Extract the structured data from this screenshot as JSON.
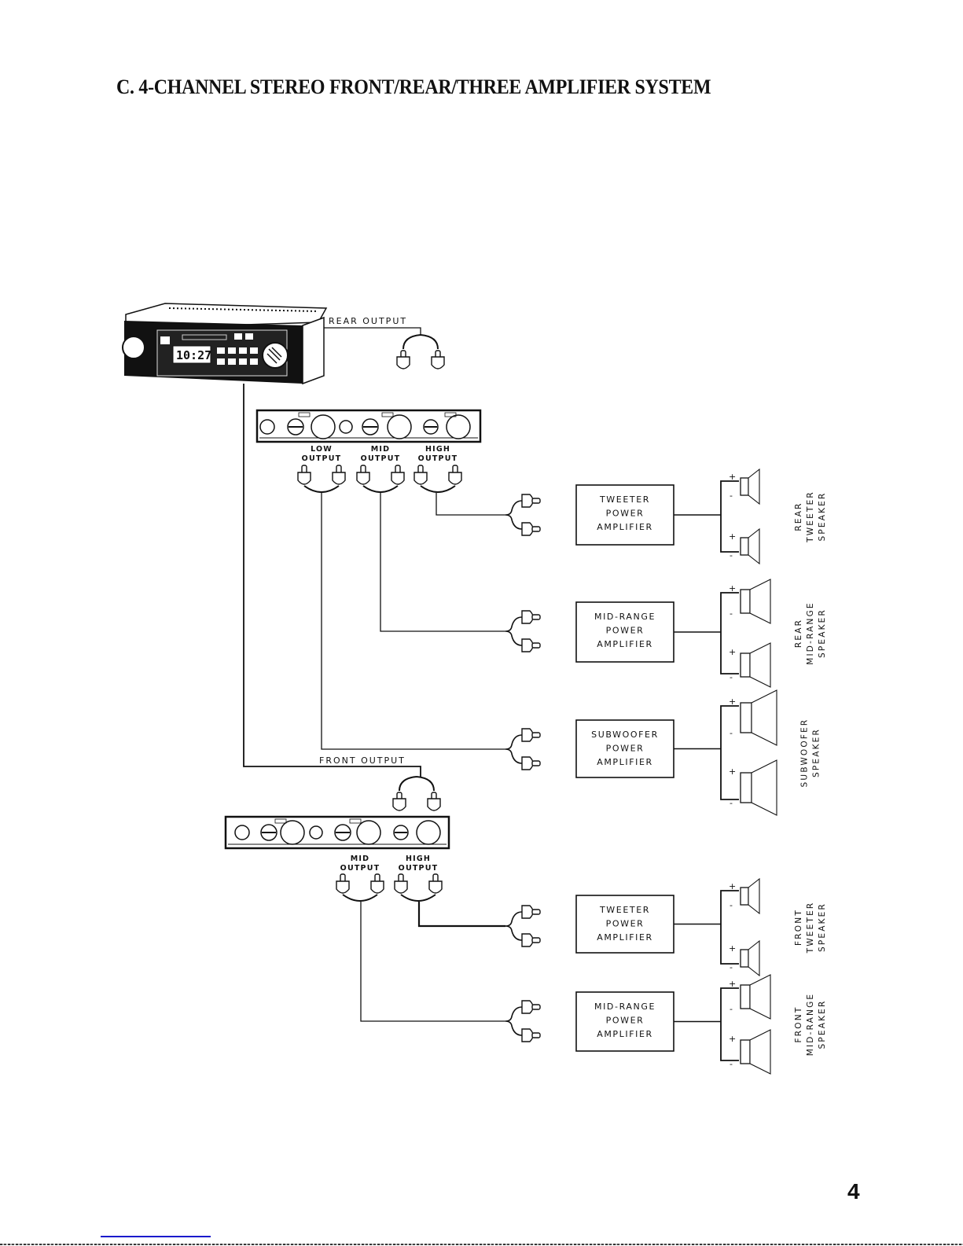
{
  "page": {
    "title": "C.   4-CHANNEL STEREO FRONT/REAR/THREE AMPLIFIER SYSTEM",
    "page_number": "4"
  },
  "head_unit": {
    "clock_display": "10:27",
    "rear_output_label": "REAR  OUTPUT",
    "front_output_label": "FRONT  OUTPUT"
  },
  "crossover_rear": {
    "outputs": [
      {
        "line1": "LOW",
        "line2": "OUTPUT"
      },
      {
        "line1": "MID",
        "line2": "OUTPUT"
      },
      {
        "line1": "HIGH",
        "line2": "OUTPUT"
      }
    ]
  },
  "crossover_front": {
    "outputs": [
      {
        "line1": "MID",
        "line2": "OUTPUT"
      },
      {
        "line1": "HIGH",
        "line2": "OUTPUT"
      }
    ]
  },
  "amplifiers": [
    {
      "lines": [
        "TWEETER",
        "POWER",
        "AMPLIFIER"
      ],
      "speaker_label": [
        "REAR",
        "TWEETER",
        "SPEAKER"
      ],
      "speaker_size": "small"
    },
    {
      "lines": [
        "MID-RANGE",
        "POWER",
        "AMPLIFIER"
      ],
      "speaker_label": [
        "REAR",
        "MID-RANGE",
        "SPEAKER"
      ],
      "speaker_size": "medium"
    },
    {
      "lines": [
        "SUBWOOFER",
        "POWER",
        "AMPLIFIER"
      ],
      "speaker_label": [
        "SUBWOOFER",
        "SPEAKER"
      ],
      "speaker_size": "large"
    },
    {
      "lines": [
        "TWEETER",
        "POWER",
        "AMPLIFIER"
      ],
      "speaker_label": [
        "FRONT",
        "TWEETER",
        "SPEAKER"
      ],
      "speaker_size": "small"
    },
    {
      "lines": [
        "MID-RANGE",
        "POWER",
        "AMPLIFIER"
      ],
      "speaker_label": [
        "FRONT",
        "MID-RANGE",
        "SPEAKER"
      ],
      "speaker_size": "medium"
    }
  ],
  "polarity": {
    "plus": "+",
    "minus": "-"
  }
}
